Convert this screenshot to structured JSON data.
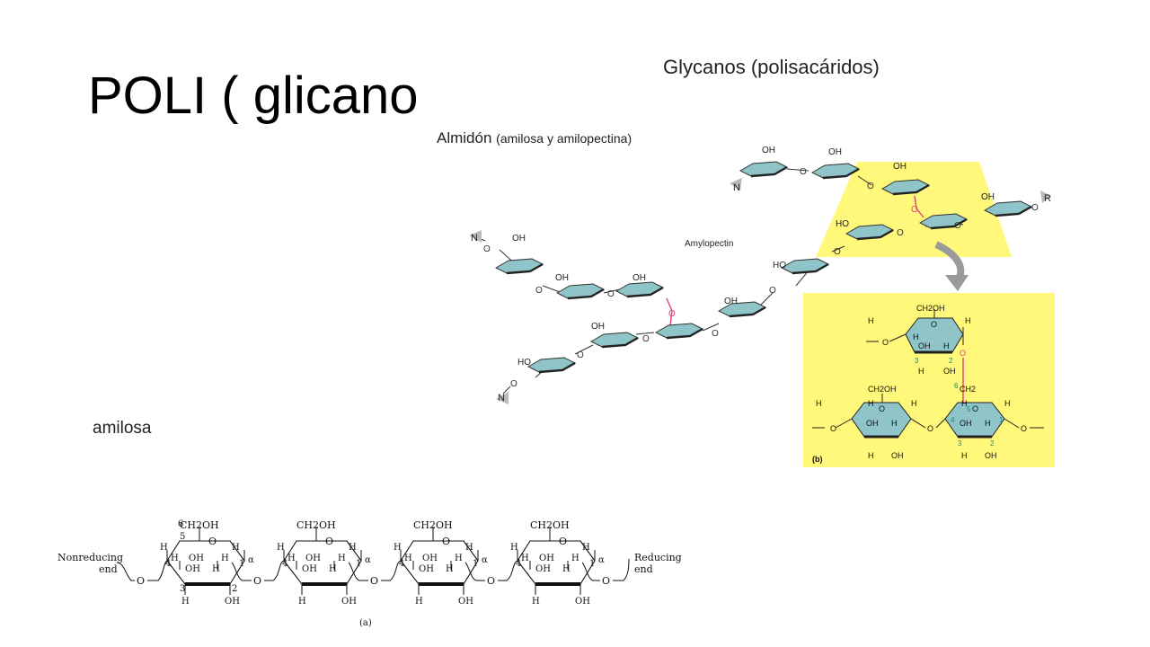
{
  "slide": {
    "title": "POLI ( glicano",
    "header_title": "Glycanos (polisacáridos)",
    "almidon_label": "Almidón",
    "almidon_sub": "(amilosa y amilopectina)",
    "amylopectin_label": "Amylopectin",
    "amilosa_label": "amilosa"
  },
  "amylopectin_diagram": {
    "end_labels": [
      "N",
      "N",
      "N",
      "R"
    ],
    "oh_label": "OH",
    "ho_label": "HO",
    "colors": {
      "ring_fill": "#8fc4c8",
      "highlight": "#fff87a",
      "branch_link": "#e0407a",
      "arrow": "#9a9a9a"
    }
  },
  "detail_b": {
    "panel_label": "(b)",
    "ch2oh": "CH2OH",
    "ch2": "CH2",
    "h": "H",
    "oh": "OH",
    "o": "O",
    "numbers": {
      "c1": "1",
      "c2": "2",
      "c3": "3",
      "c4": "4",
      "c5": "5",
      "c6": "6"
    }
  },
  "amylose_diagram": {
    "nonreducing_end": [
      "Nonreducing",
      "end"
    ],
    "reducing_end": [
      "Reducing",
      "end"
    ],
    "ch2oh": "CH2OH",
    "h": "H",
    "oh": "OH",
    "o": "O",
    "alpha": "α",
    "panel_label": "(a)",
    "carbon_numbers": {
      "c1": "1",
      "c2": "2",
      "c3": "3",
      "c4": "4",
      "c5": "5",
      "c6": "6"
    }
  }
}
